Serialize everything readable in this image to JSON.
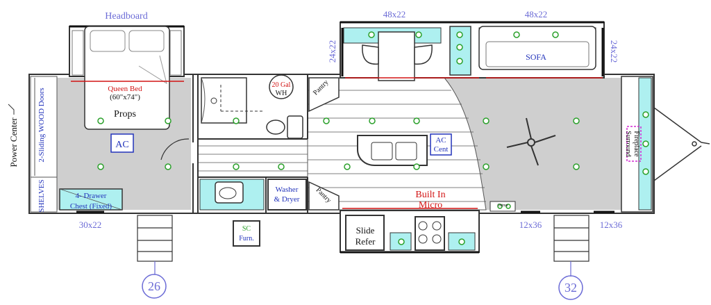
{
  "labels": {
    "headboard": "Headboard",
    "queen_bed_line1": "Queen Bed",
    "queen_bed_line2": "(60\"x74\")",
    "props": "Props",
    "ac_bedroom": "AC",
    "sliding_doors": "2-Sliding WOOD Doors",
    "shelves": "SHELVES",
    "drawer_chest_line1": "4- Drawer",
    "drawer_chest_line2": "Chest (Fixed)",
    "power_center": "Power Center",
    "dim_30x22": "30x22",
    "step_26": "26",
    "step_32": "32",
    "water_heater_line1": "20 Gal",
    "water_heater_line2": "WH",
    "pantry_top": "Pantry",
    "pantry_bottom": "Pantry",
    "washer_dryer_line1": "Washer",
    "washer_dryer_line2": "& Dryer",
    "sc_furn_line1": "SC",
    "sc_furn_line2": "Furn.",
    "slide_refer_line1": "Slide",
    "slide_refer_line2": "Refer",
    "built_in_micro_line1": "Built In",
    "built_in_micro_line2": "Micro",
    "ac_cent_line1": "AC",
    "ac_cent_line2": "Cent",
    "sofa": "SOFA",
    "dim_48x22_left": "48x22",
    "dim_48x22_right": "48x22",
    "dim_24x22_left": "24x22",
    "dim_24x22_right": "24x22",
    "dim_12x36_left": "12x36",
    "dim_12x36_right": "12x36",
    "fireplace_line1": "Fireplace",
    "fireplace_line2": "Surround",
    "ottoman_label": "Ottmn"
  },
  "colors": {
    "label_blue": "#6b6bd6",
    "label_red": "#d21414",
    "light_green": "#2aa02a",
    "cyan_fill": "#aef0f0",
    "floor_gray": "#cfcfcf"
  }
}
